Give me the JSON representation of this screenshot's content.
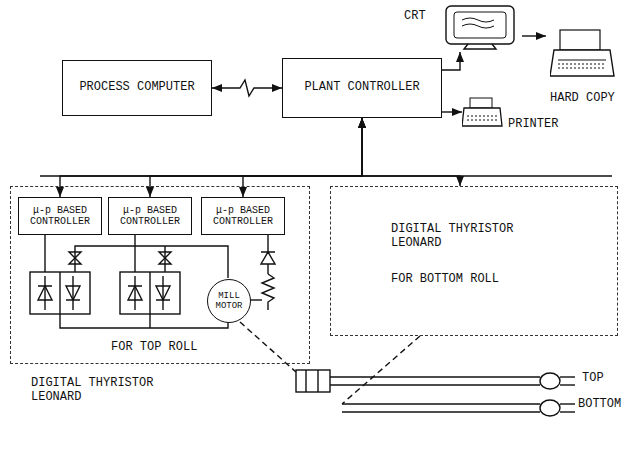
{
  "diagram": {
    "nodes": [
      {
        "text": [
          "PROCESS COMPUTER"
        ]
      },
      {
        "text": [
          "PLANT CONTROLLER"
        ]
      },
      {
        "text": [
          "CRT"
        ]
      },
      {
        "text": [
          "HARD COPY"
        ]
      },
      {
        "text": [
          "PRINTER"
        ]
      },
      {
        "text": [
          "FOR TOP ROLL",
          "DIGITAL THYRISTOR LEONARD"
        ]
      },
      {
        "text": [
          "μ-p BASED CONTROLLER"
        ],
        "in": 5
      },
      {
        "text": [
          "μ-p BASED CONTROLLER"
        ],
        "in": 5
      },
      {
        "text": [
          "μ-p BASED CONTROLLER"
        ],
        "in": 5
      },
      {
        "text": [
          "MILL MOTOR"
        ],
        "in": 5
      },
      {
        "text": [
          "DIGITAL THYRISTOR LEONARD",
          "FOR BOTTOM ROLL"
        ]
      }
    ],
    "edges": [
      {
        "from": 0,
        "to": 1,
        "arrow": "both"
      },
      {
        "from": 1,
        "to": 2,
        "arrow": "to"
      },
      {
        "from": 2,
        "to": 3,
        "arrow": "to"
      },
      {
        "from": 1,
        "to": 4,
        "arrow": "to"
      },
      {
        "from": 1,
        "to": 6,
        "arrow": "both"
      },
      {
        "from": 1,
        "to": 7,
        "arrow": "both"
      },
      {
        "from": 1,
        "to": 8,
        "arrow": "both"
      },
      {
        "from": 1,
        "to": 10,
        "arrow": "both"
      }
    ],
    "labels": [
      "TOP",
      "BOTTOM"
    ]
  }
}
